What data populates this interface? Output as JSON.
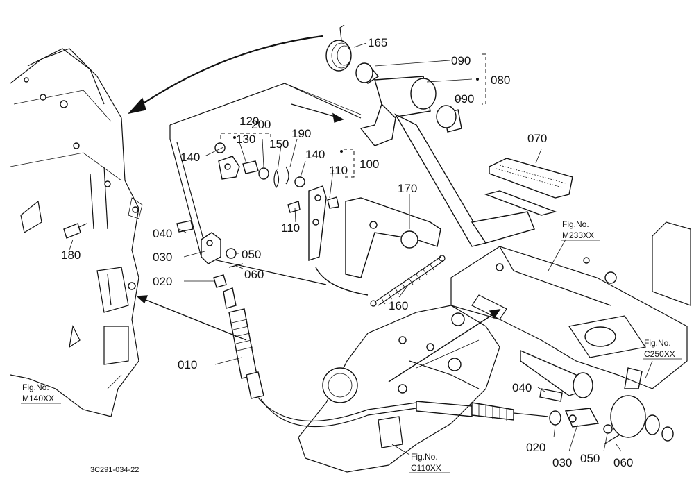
{
  "parts": {
    "p165": "165",
    "p090a": "090",
    "p080": "080",
    "p090b": "090",
    "p120": "120",
    "p200": "200",
    "p130": "130",
    "p190": "190",
    "p150": "150",
    "p140a": "140",
    "p140b": "140",
    "p100": "100",
    "p110a": "110",
    "p110b": "110",
    "p070": "070",
    "p170": "170",
    "p180": "180",
    "p040a": "040",
    "p030a": "030",
    "p050a": "050",
    "p060a": "060",
    "p020a": "020",
    "p160": "160",
    "p010": "010",
    "p040b": "040",
    "p020b": "020",
    "p030b": "030",
    "p050b": "050",
    "p060b": "060"
  },
  "fig_refs": {
    "m233": {
      "fig": "Fig.No.",
      "code": "M233XX"
    },
    "c250": {
      "fig": "Fig.No.",
      "code": "C250XX"
    },
    "m140": {
      "fig": "Fig.No.",
      "code": "M140XX"
    },
    "c110": {
      "fig": "Fig.No.",
      "code": "C110XX"
    }
  },
  "drawing_id": "3C291-034-22"
}
